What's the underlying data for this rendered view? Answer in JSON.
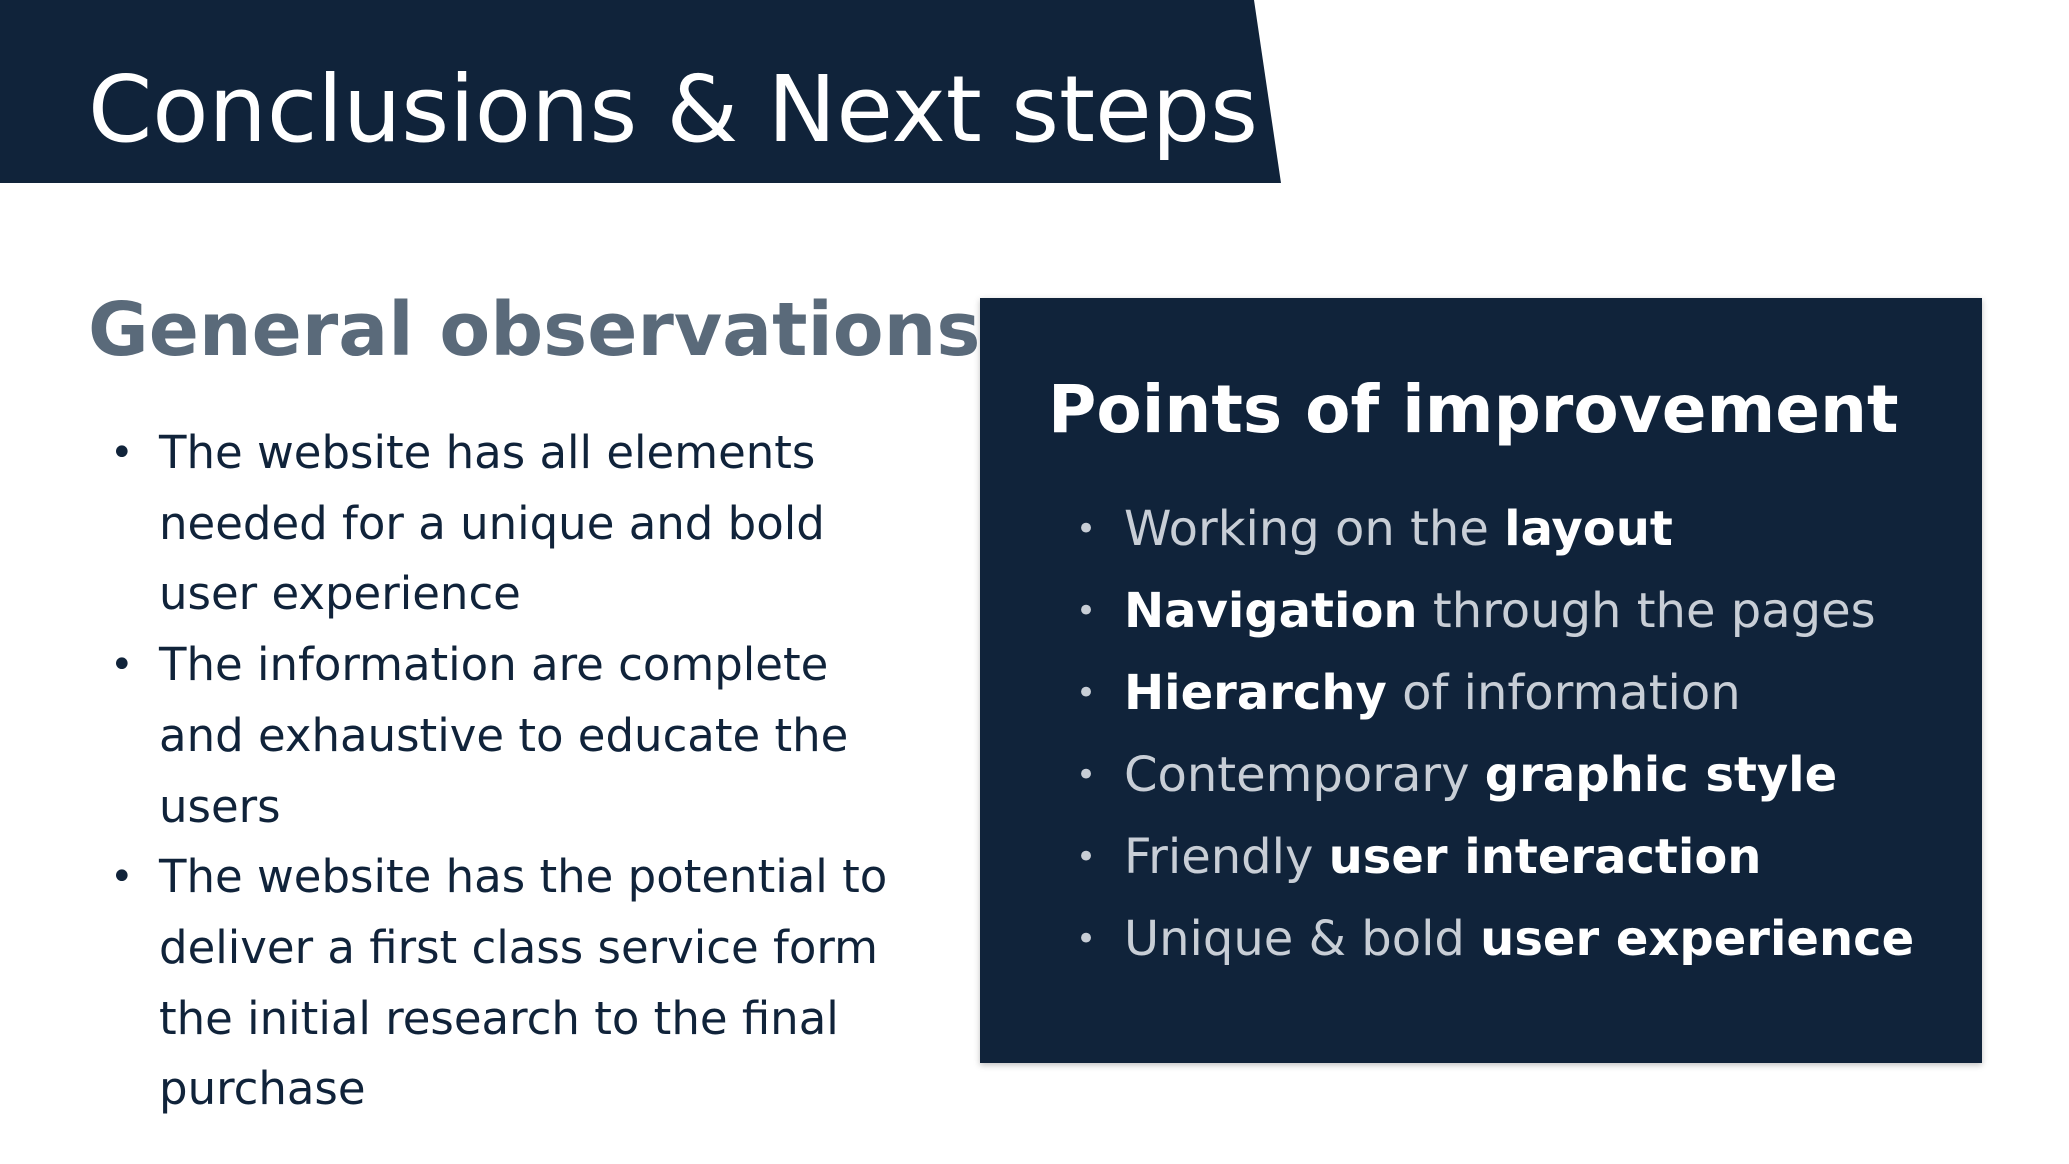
{
  "slide": {
    "title": "Conclusions & Next steps",
    "observations": {
      "heading": "General observations",
      "items": [
        "The website has all elements needed for a unique and bold user experience",
        "The information are complete and exhaustive to educate the users",
        "The website has the potential to deliver a first class service form the initial research to the final purchase"
      ]
    },
    "improvements": {
      "heading": "Points of improvement",
      "items": [
        {
          "pre": "Working on the ",
          "bold": "layout",
          "post": ""
        },
        {
          "pre": "",
          "bold": "Navigation",
          "post": " through the pages"
        },
        {
          "pre": "",
          "bold": "Hierarchy",
          "post": " of information"
        },
        {
          "pre": "Contemporary ",
          "bold": "graphic style",
          "post": ""
        },
        {
          "pre": "Friendly ",
          "bold": "user interaction",
          "post": ""
        },
        {
          "pre": "Unique & bold ",
          "bold": "user experience",
          "post": ""
        }
      ]
    },
    "bullet_glyph": "•",
    "colors": {
      "navy": "#10233a",
      "heading_gray": "#5a6a7a",
      "white": "#ffffff",
      "muted_text": "#c8ced6"
    }
  }
}
